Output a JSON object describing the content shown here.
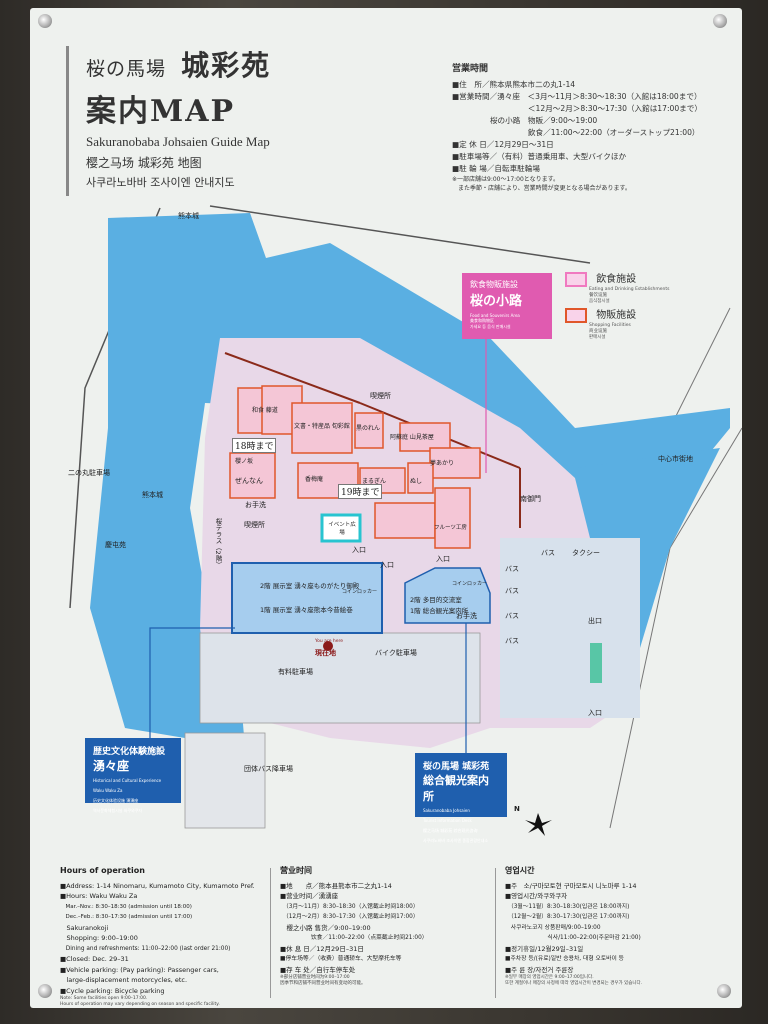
{
  "header": {
    "title_small": "桜の馬場",
    "title_big": "城彩苑",
    "title_line2": "案内MAP",
    "subtitle_en": "Sakuranobaba Johsaien Guide Map",
    "subtitle_zh": "樱之马场 城彩苑 地图",
    "subtitle_ko": "사쿠라노바바 조사이엔 안내지도"
  },
  "hours_jp": {
    "heading": "営業時間",
    "lines": [
      "■住　所／熊本県熊本市二の丸1-14",
      "■営業時間／湧々座　＜3月〜11月＞8:30〜18:30（入館は18:00まで）",
      "　　　　　　　　　　＜12月〜2月＞8:30〜17:30（入館は17:00まで）",
      "　　　　　桜の小路　物販／9:00〜19:00",
      "　　　　　　　　　　飲食／11:00〜22:00（オーダーストップ21:00）",
      "■定 休 日／12月29日〜31日",
      "■駐車場等／（有料）普通乗用車、大型バイクほか",
      "■駐 輪 場／自転車駐輪場",
      "※一部店舗は9:00〜17:00となります。",
      "　また季節・店舗により、営業時間が変更となる場合があります。"
    ]
  },
  "legend": {
    "eating": "飲食施設",
    "eating_sub": [
      "Eating and Drinking Establishments",
      "餐饮设施",
      "음식점시설"
    ],
    "shopping": "物販施設",
    "shopping_sub": [
      "Shopping Facilities",
      "商业设施",
      "판매시설"
    ],
    "eating_color": "#f07ac0",
    "shopping_color": "#e0572a"
  },
  "pink_sign": {
    "line1": "飲食物販施設",
    "line2": "桜の小路",
    "small": [
      "Food and Souvenirs Area",
      "美食和购物区",
      "가세요 등 음식 판매시설"
    ]
  },
  "map": {
    "labels": {
      "kumamoto_castle_top": "熊本城",
      "ninomaru_parking": "二の丸駐車場",
      "kumamoto_castle_left": "熊本城",
      "keitakuen": "慶屯苑",
      "shop_wadokoro": "和食 藤道",
      "shop_bunka": "文書・特産品 旬彩館",
      "shop_kuroi": "黒のれん",
      "shop_ashigaru": "阿蘇庭 山見茶屋",
      "shop_yume": "夢あかり",
      "shop_sakuranobaba": "櫻ノ坂",
      "shop_zenan": "ぜんなん",
      "shop_kouzan": "香梅庵",
      "shop_marugin": "まるぎん",
      "shop_nushi": "ぬし",
      "shop_fruits": "フルーツ工房",
      "toilet1": "お手洗",
      "smoking": "喫煙所",
      "smoking2": "喫煙所",
      "terrace": "桜テラス（2階）",
      "event_square": "イベント広場",
      "entrance1": "入口",
      "entrance2": "入口",
      "entrance3": "入口",
      "entrance4": "入口",
      "exit": "出口",
      "waku_floor2": "2階 展示室 湧々座ものがたり御殿",
      "waku_floor1": "1階 展示室 湧々座熊本今昔絵巻",
      "info_floor2": "2階 多目的交流室",
      "info_floor1": "1階 総合観光案内所",
      "coin_locker1": "コインロッカー",
      "coin_locker2": "コインロッカー",
      "toilet2": "お手洗",
      "bus": "バス",
      "taxi": "タクシー",
      "bus_stop1": "バス",
      "bus_stop2": "バス",
      "bus_stop3": "バス",
      "bus_stop4": "バス",
      "south_gate": "南御門",
      "you_are_here": "現在地",
      "you_are_here_en": "You are here",
      "bike_parking": "バイク駐車場",
      "paid_parking": "有料駐車場",
      "group_bus_parking": "団体バス降車場",
      "city_center": "中心市街地"
    },
    "callout_18": "18時まで",
    "callout_19": "19時まで",
    "compass": "N"
  },
  "wakuwaku_box": {
    "title": "歴史文化体験施設",
    "name": "湧々座",
    "small": [
      "Historical and Cultural Experience",
      "Waku Waku Za",
      "历史文化体验设施 湧湧座",
      "역사문화체험시설 와쿠와쿠자"
    ]
  },
  "info_box": {
    "title": "桜の馬場 城彩苑",
    "name": "総合観光案内所",
    "small": [
      "Sakuranobaba Johsaien",
      "Tourist Information Desk",
      "樱之马场 城彩苑 综合观光咨询",
      "사쿠라노바바 조사이엔 종합관광안내소"
    ]
  },
  "footer_en": {
    "heading": "Hours of operation",
    "lines": [
      "■Address: 1-14 Ninomaru, Kumamoto City, Kumamoto Pref.",
      "■Hours: Waku Waku Za",
      "　Mar.–Nov.: 8:30–18:30 (admission until 18:00)",
      "　Dec.–Feb.: 8:30–17:30 (admission until 17:00)",
      "　Sakuranokoji",
      "　Shopping: 9:00–19:00",
      "　Dining and refreshments: 11:00–22:00 (last order 21:00)",
      "■Closed: Dec. 29–31",
      "■Vehicle parking: (Pay parking): Passenger cars,",
      "　large-displacement motorcycles, etc.",
      "■Cycle parking: Bicycle parking"
    ],
    "notes": [
      "Note: Some facilities open 9:00–17:00.",
      "Hours of operation may vary depending on season and specific facility."
    ]
  },
  "footer_zh": {
    "heading": "营业时间",
    "lines": [
      "■地　　点／熊本县熊本市二之丸1-14",
      "■营业时间／湧湧座",
      "　（3月〜11月）8:30–18:30（入馆截止时间18:00）",
      "　（12月〜2月）8:30–17:30（入馆截止时间17:00）",
      "　樱之小路 售货／9:00–19:00",
      "　　　　　 饮食／11:00–22:00（点菜截止时间21:00）",
      "■休 息 日／12月29日–31日",
      "■停车场等／（收费）普通轿车、大型摩托车等",
      "■存 车 处／自行车停车处"
    ],
    "notes": [
      "※部分店铺营业时间为9:00–17:00",
      "因季节和店铺不同营业时间有变动的可能。"
    ]
  },
  "footer_ko": {
    "heading": "영업시간",
    "lines": [
      "■주　소/구마모토현 구마모토시 니노마루 1-14",
      "■영업시간/와쿠와쿠자",
      "　（3월〜11월）8:30–18:30(입관은 18:00까지)",
      "　（12월〜2월）8:30–17:30(입관은 17:00까지)",
      "　사쿠라노코지 상품판매/9:00–19:00",
      "　　　　　　　 식사/11:00–22:00(주문마감 21:00)",
      "■정기휴일/12월29일–31일",
      "■주차장 등/(유료)일반 승용차, 대형 오토바이 등",
      "■주 륜 장/자전거 주륜장"
    ],
    "notes": [
      "※일부 매장의 영업시간은 9:00–17:00입니다.",
      "또한 계절이나 매장의 사정에 따라 영업시간이 변경되는 경우가 있습니다."
    ]
  }
}
